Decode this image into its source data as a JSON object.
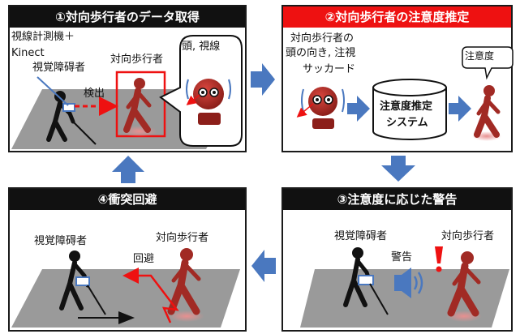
{
  "panels": {
    "p1": {
      "title": "①対向歩行者のデータ取得",
      "header_color": "#111111",
      "labels": {
        "sensor": "視線計測機＋",
        "kinect": "Kinect",
        "vip": "視覚障碍者",
        "pedestrian": "対向歩行者",
        "detect": "検出",
        "head_gaze": "頭, 視線"
      }
    },
    "p2": {
      "title": "②対向歩行者の注意度推定",
      "header_color": "#ee1111",
      "labels": {
        "head_line1": "対向歩行者の",
        "head_line2": "頭の向き, 注視",
        "saccade": "サッカード",
        "attention": "注意度",
        "system_line1": "注意度推定",
        "system_line2": "システム"
      }
    },
    "p3": {
      "title": "③注意度に応じた警告",
      "header_color": "#111111",
      "labels": {
        "vip": "視覚障碍者",
        "pedestrian": "対向歩行者",
        "warning": "警告"
      }
    },
    "p4": {
      "title": "④衝突回避",
      "header_color": "#111111",
      "labels": {
        "vip": "視覚障碍者",
        "pedestrian": "対向歩行者",
        "avoid": "回避"
      }
    }
  },
  "colors": {
    "arrow_blue": "#4a78bf",
    "figure_red": "#a12a24",
    "accent_red": "#ee1111",
    "floor": "#9a9a9a",
    "dark": "#111111"
  },
  "icons": [
    "blind-person-icon",
    "walking-pedestrian-icon",
    "robot-head-icon",
    "database-cylinder-icon",
    "speaker-icon",
    "exclamation-icon"
  ]
}
